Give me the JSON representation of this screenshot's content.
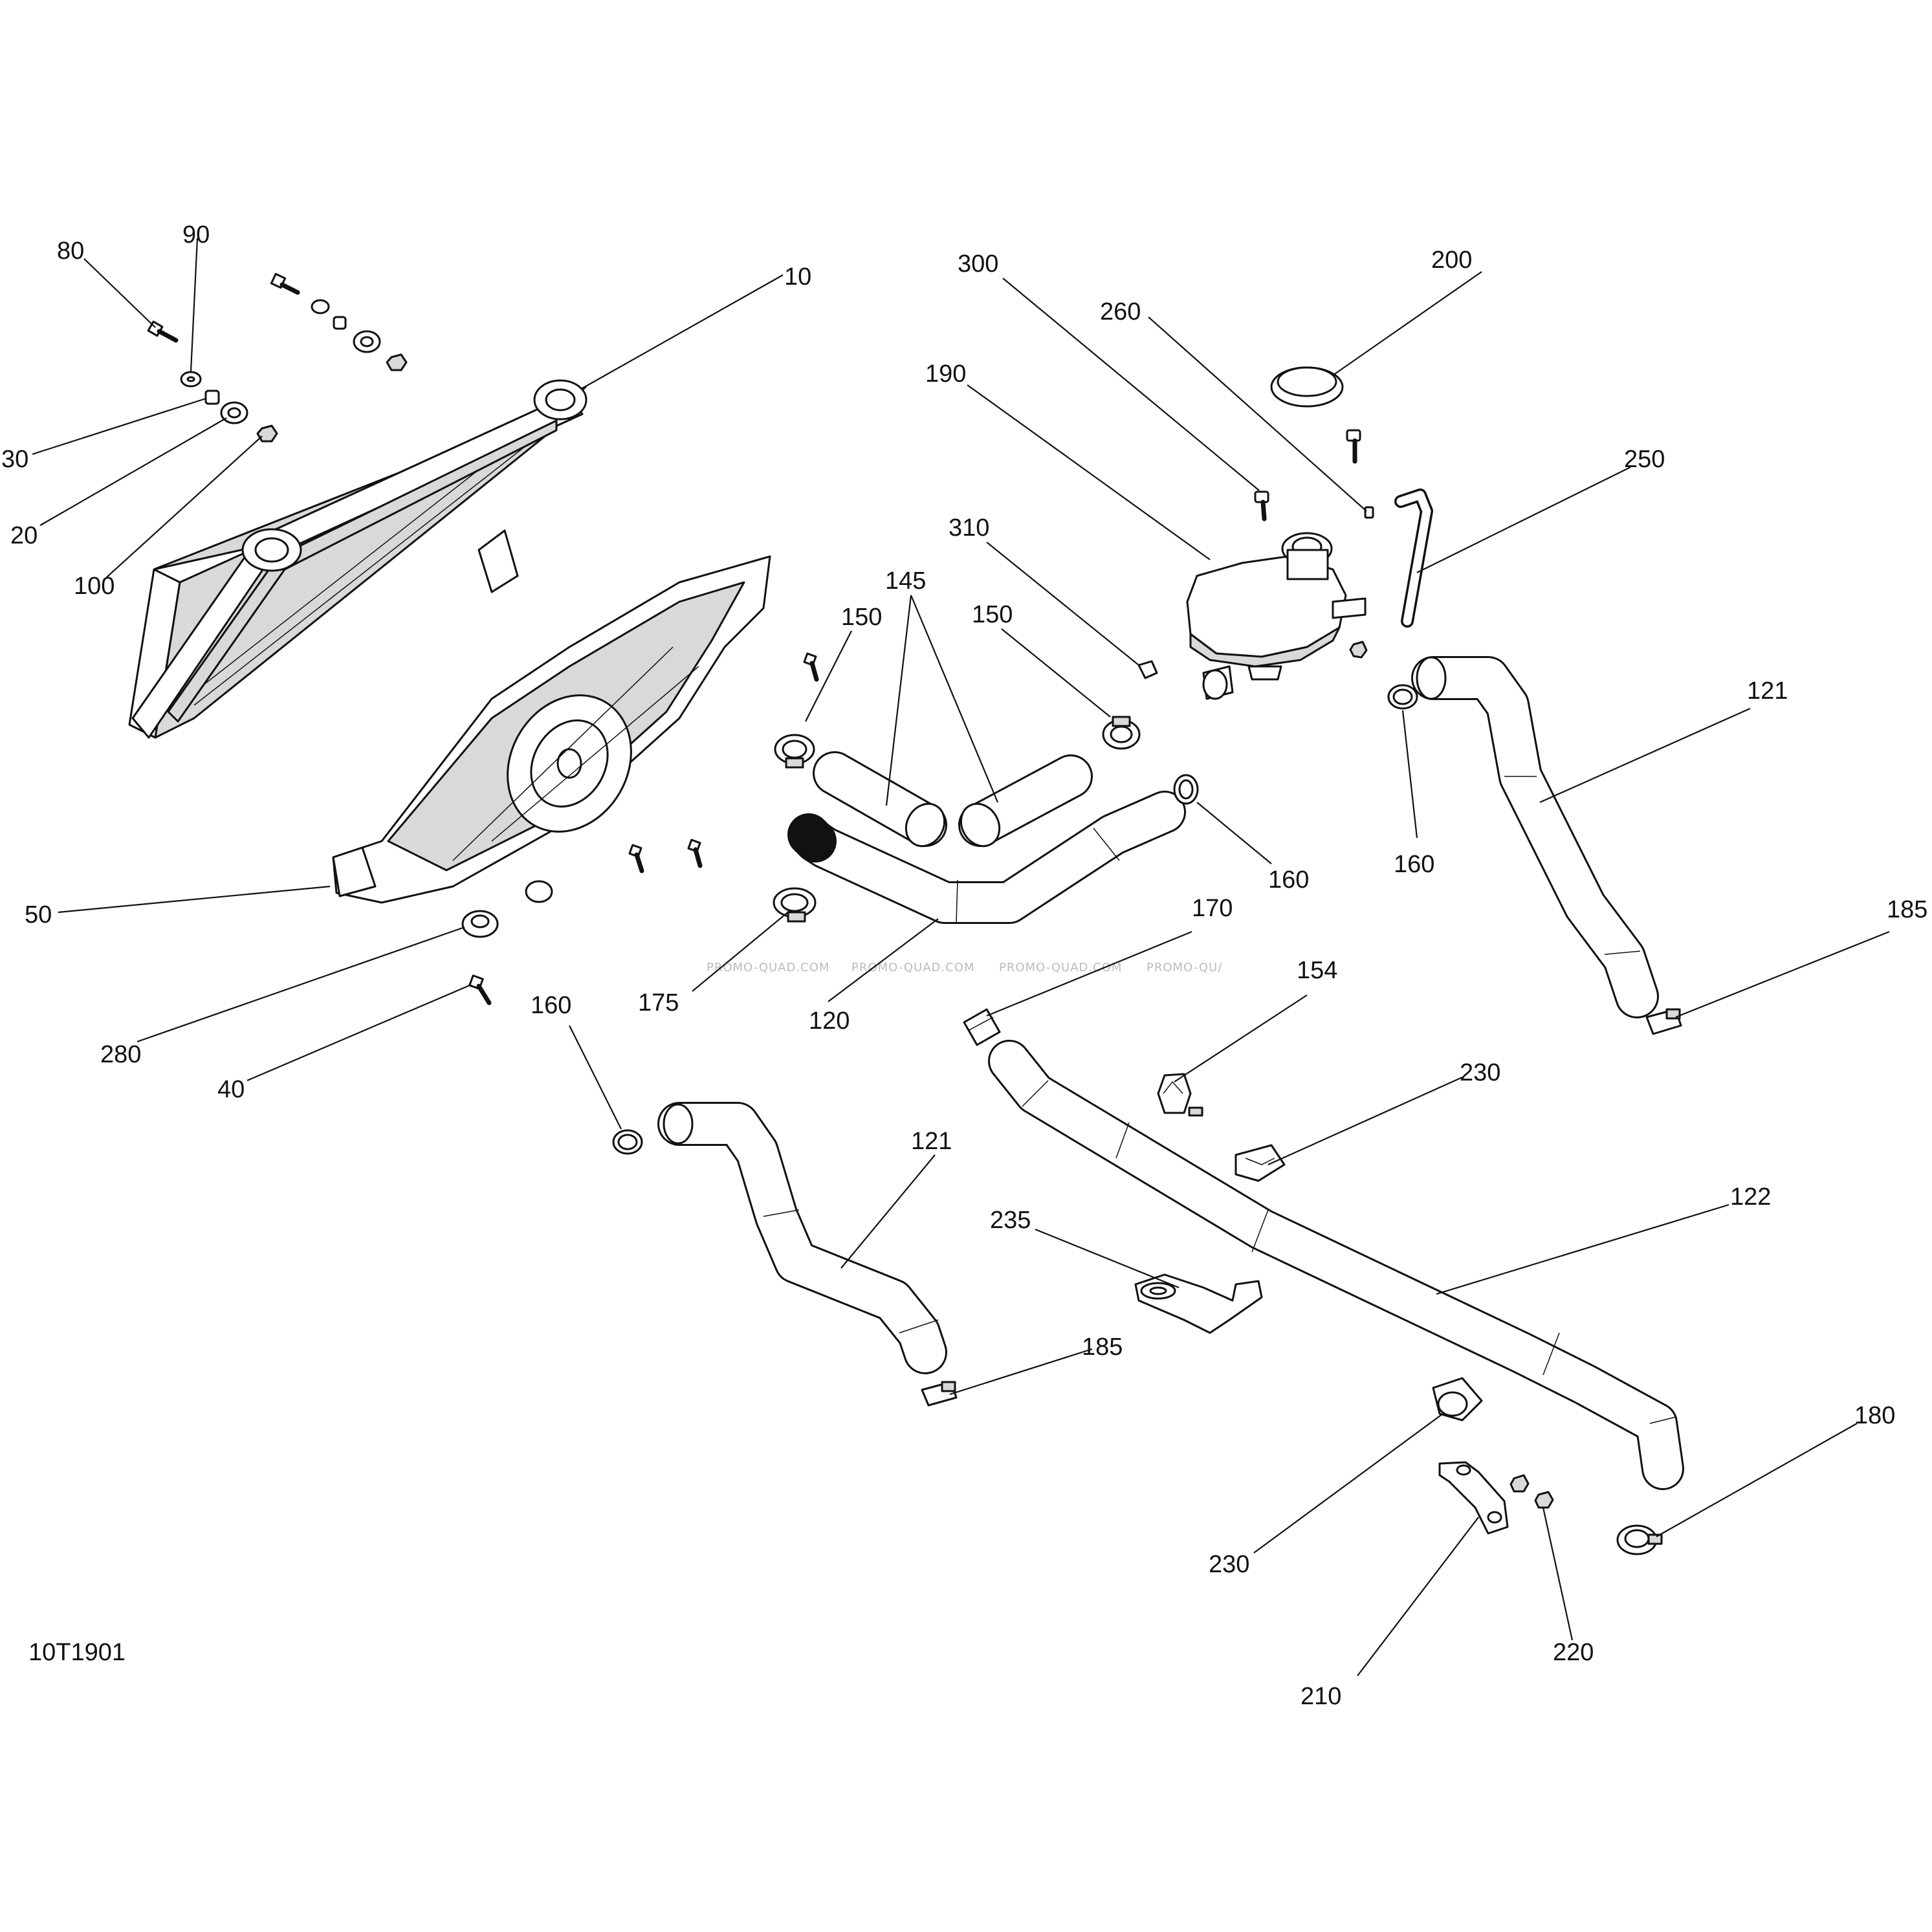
{
  "drawing_id": "10T1901",
  "watermark": "PROMO-QUAD.COM",
  "watermark_partial": "PROMO-QU/",
  "callouts": [
    {
      "id": "c80",
      "label": "80"
    },
    {
      "id": "c90",
      "label": "90"
    },
    {
      "id": "c10",
      "label": "10"
    },
    {
      "id": "c30",
      "label": "30"
    },
    {
      "id": "c20",
      "label": "20"
    },
    {
      "id": "c100",
      "label": "100"
    },
    {
      "id": "c50",
      "label": "50"
    },
    {
      "id": "c280",
      "label": "280"
    },
    {
      "id": "c40",
      "label": "40"
    },
    {
      "id": "c300",
      "label": "300"
    },
    {
      "id": "c260",
      "label": "260"
    },
    {
      "id": "c200",
      "label": "200"
    },
    {
      "id": "c190",
      "label": "190"
    },
    {
      "id": "c250",
      "label": "250"
    },
    {
      "id": "c310",
      "label": "310"
    },
    {
      "id": "c145",
      "label": "145"
    },
    {
      "id": "c150a",
      "label": "150"
    },
    {
      "id": "c150b",
      "label": "150"
    },
    {
      "id": "c160a",
      "label": "160"
    },
    {
      "id": "c160b",
      "label": "160"
    },
    {
      "id": "c160c",
      "label": "160"
    },
    {
      "id": "c121a",
      "label": "121"
    },
    {
      "id": "c121b",
      "label": "121"
    },
    {
      "id": "c175",
      "label": "175"
    },
    {
      "id": "c120",
      "label": "120"
    },
    {
      "id": "c170",
      "label": "170"
    },
    {
      "id": "c154",
      "label": "154"
    },
    {
      "id": "c185a",
      "label": "185"
    },
    {
      "id": "c185b",
      "label": "185"
    },
    {
      "id": "c230a",
      "label": "230"
    },
    {
      "id": "c230b",
      "label": "230"
    },
    {
      "id": "c122",
      "label": "122"
    },
    {
      "id": "c235",
      "label": "235"
    },
    {
      "id": "c180",
      "label": "180"
    },
    {
      "id": "c220",
      "label": "220"
    },
    {
      "id": "c210",
      "label": "210"
    }
  ]
}
